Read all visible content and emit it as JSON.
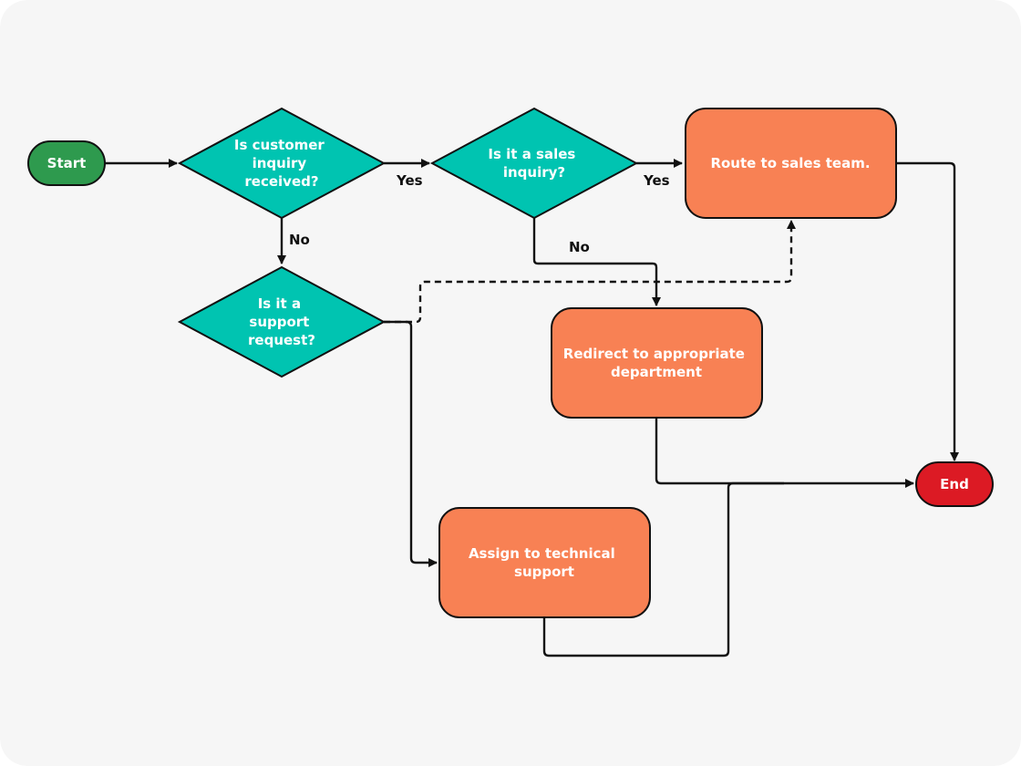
{
  "colors": {
    "background": "#f6f6f6",
    "terminal_start": "#2e9a4e",
    "terminal_end": "#dc1a24",
    "decision": "#00c4b1",
    "process": "#f88154",
    "line": "#111111",
    "text_on_shape": "#ffffff",
    "label_text": "#111111"
  },
  "nodes": {
    "start": {
      "label": "Start"
    },
    "end": {
      "label": "End"
    },
    "d_inquiry": {
      "lines": [
        "Is customer",
        "inquiry",
        "received?"
      ]
    },
    "d_sales": {
      "lines": [
        "Is it a sales",
        "inquiry?"
      ]
    },
    "d_support": {
      "lines": [
        "Is it a",
        "support",
        "request?"
      ]
    },
    "p_sales": {
      "lines": [
        "Route to sales team."
      ]
    },
    "p_redirect": {
      "lines": [
        "Redirect to appropriate",
        "department"
      ]
    },
    "p_support": {
      "lines": [
        "Assign to technical",
        "support"
      ]
    }
  },
  "edge_labels": {
    "inquiry_yes": "Yes",
    "inquiry_no": "No",
    "sales_yes": "Yes",
    "sales_no": "No"
  }
}
